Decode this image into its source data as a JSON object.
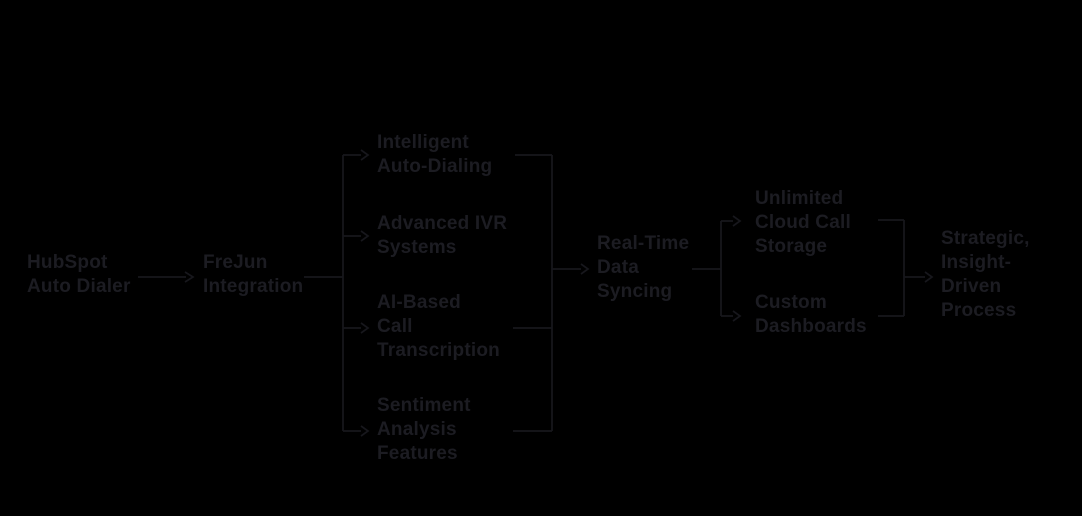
{
  "colors": {
    "background": "#000000",
    "text": "#1c1c22",
    "line": "#17171c"
  },
  "diagram": {
    "title": "HubSpot Auto Dialer flowchart",
    "nodes": {
      "hubspot": {
        "label": "HubSpot\nAuto Dialer"
      },
      "frejun": {
        "label": "FreJun\nIntegration"
      },
      "intelligent": {
        "label": "Intelligent\nAuto-Dialing"
      },
      "advanced": {
        "label": "Advanced IVR\nSystems"
      },
      "aicall": {
        "label": "AI-Based\nCall\nTranscription"
      },
      "sentiment": {
        "label": "Sentiment\nAnalysis\nFeatures"
      },
      "realtime": {
        "label": "Real-Time\nData\nSyncing"
      },
      "storage": {
        "label": "Unlimited\nCloud Call\nStorage"
      },
      "dashboards": {
        "label": "Custom\nDashboards"
      },
      "strategic": {
        "label": "Strategic,\nInsight-\nDriven\nProcess"
      }
    },
    "edges": [
      {
        "from": "HubSpot Auto Dialer",
        "to": "FreJun Integration"
      },
      {
        "from": "FreJun Integration",
        "to": "Intelligent Auto-Dialing"
      },
      {
        "from": "FreJun Integration",
        "to": "Advanced IVR Systems"
      },
      {
        "from": "FreJun Integration",
        "to": "AI-Based Call Transcription"
      },
      {
        "from": "FreJun Integration",
        "to": "Sentiment Analysis Features"
      },
      {
        "from": "Intelligent Auto-Dialing",
        "to": "Real-Time Data Syncing"
      },
      {
        "from": "AI-Based Call Transcription",
        "to": "Real-Time Data Syncing"
      },
      {
        "from": "Sentiment Analysis Features",
        "to": "Real-Time Data Syncing"
      },
      {
        "from": "Real-Time Data Syncing",
        "to": "Unlimited Cloud Call Storage"
      },
      {
        "from": "Real-Time Data Syncing",
        "to": "Custom Dashboards"
      },
      {
        "from": "Unlimited Cloud Call Storage",
        "to": "Strategic, Insight-Driven Process"
      },
      {
        "from": "Custom Dashboards",
        "to": "Strategic, Insight-Driven Process"
      }
    ]
  }
}
